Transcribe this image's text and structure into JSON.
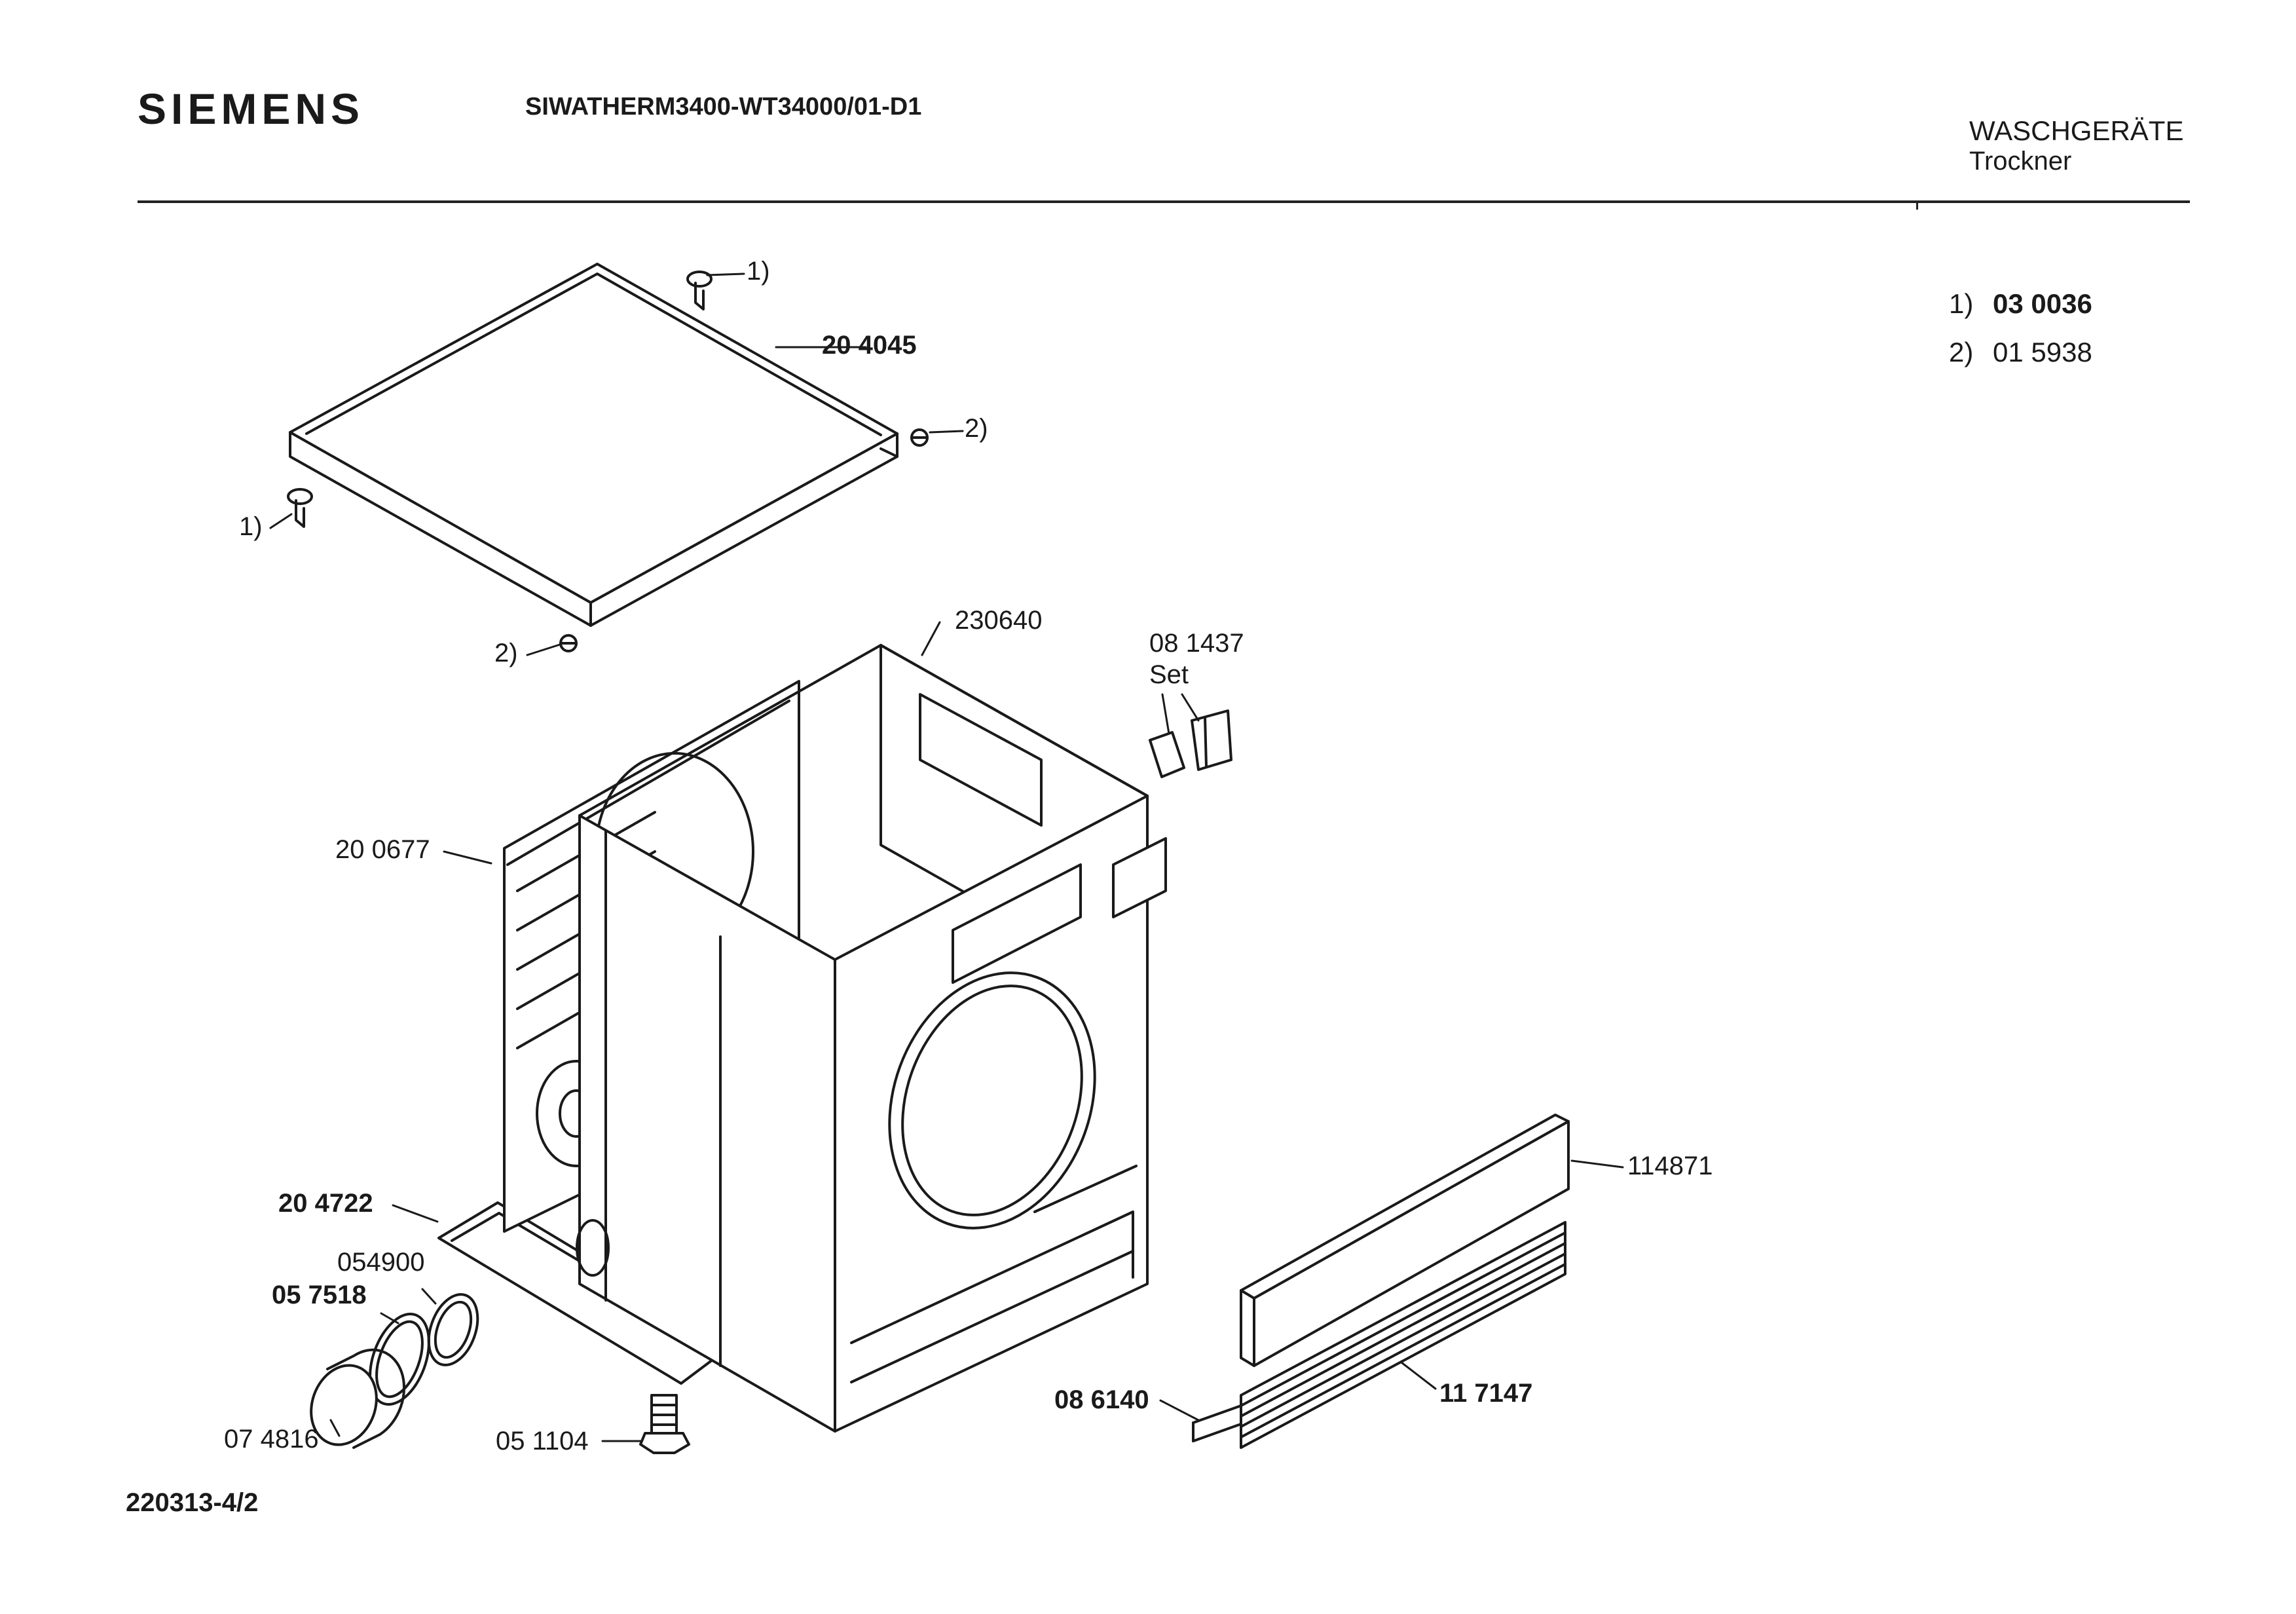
{
  "header": {
    "brand": "SIEMENS",
    "model": "SIWATHERM3400-WT34000/01-D1",
    "category": "WASCHGERÄTE",
    "subcategory": "Trockner"
  },
  "footnotes": [
    {
      "marker": "1)",
      "part": "03 0036"
    },
    {
      "marker": "2)",
      "part": "01 5938"
    }
  ],
  "labels": {
    "lid": "20 4045",
    "lid_ref_1_top": "1)",
    "lid_ref_1_left": "1)",
    "lid_ref_2_right": "2)",
    "lid_ref_2_bottom": "2)",
    "rear_panel": "230640",
    "set_part": "08 1437",
    "set_word": "Set",
    "side_panel": "20 0677",
    "base_plate": "20 4722",
    "gasket": "054900",
    "seal_ring": "05 7518",
    "cap": "07 4816",
    "foot": "05 1104",
    "kick_panel": "114871",
    "filter_strip": "11 7147",
    "cable": "08 6140"
  },
  "footer": {
    "drawing_number": "220313-4/2"
  }
}
